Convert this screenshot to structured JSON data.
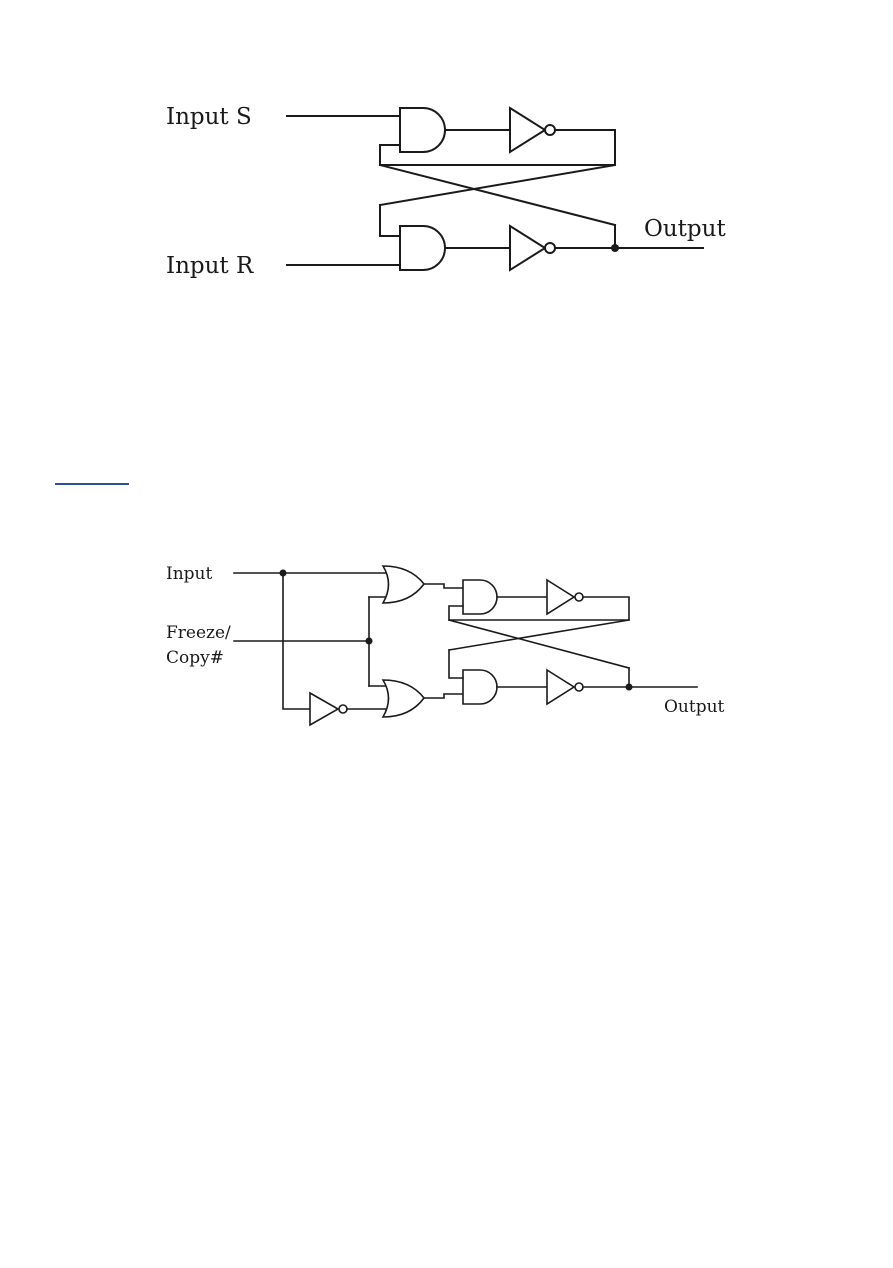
{
  "diagram1": {
    "labels": {
      "input_s": "Input S",
      "input_r": "Input R",
      "output": "Output"
    }
  },
  "diagram2": {
    "labels": {
      "input": "Input",
      "freeze_line1": "Freeze/",
      "freeze_line2": "Copy#",
      "output": "Output"
    }
  },
  "colors": {
    "ink": "#1a1a1a",
    "link_underline": "#2f4f9e",
    "background": "#ffffff"
  }
}
